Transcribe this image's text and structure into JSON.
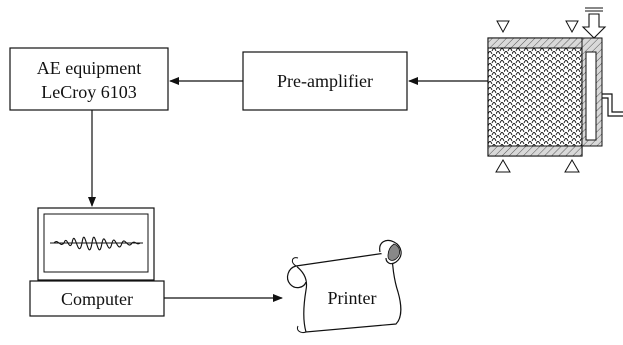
{
  "diagram": {
    "boxes": {
      "ae_equipment": {
        "line1": "AE equipment",
        "line2": "LeCroy 6103"
      },
      "preamplifier": {
        "label": "Pre-amplifier"
      },
      "computer": {
        "label": "Computer"
      },
      "printer": {
        "label": "Printer"
      }
    },
    "specimen": {
      "icon": "specimen-with-sensors-icon"
    },
    "icons": {
      "monitor": "monitor-waveform-icon",
      "printer_scroll": "paper-scroll-icon",
      "load_arrow": "load-arrow-icon",
      "sensor": "triangle-sensor-icon"
    },
    "colors": {
      "line": "#111111",
      "hatch_fill": "#bbbbbb",
      "background": "#ffffff"
    }
  }
}
